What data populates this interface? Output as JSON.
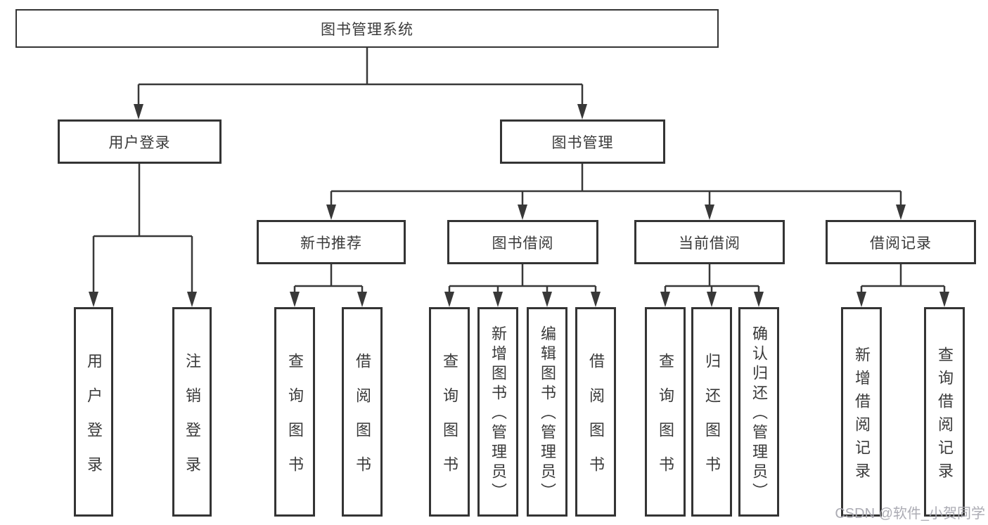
{
  "diagram": {
    "watermark": "CSDN @软件_小贺同学",
    "colors": {
      "line": "#383838",
      "box_border": "#343434",
      "text": "#3a3a3a",
      "watermark": "#a8a8b0",
      "background": "#ffffff"
    },
    "nodes": {
      "root": {
        "label": "图书管理系统"
      },
      "level2": [
        {
          "label": "用户登录"
        },
        {
          "label": "图书管理"
        }
      ],
      "level3": [
        {
          "label": "新书推荐"
        },
        {
          "label": "图书借阅"
        },
        {
          "label": "当前借阅"
        },
        {
          "label": "借阅记录"
        }
      ],
      "leaves": [
        {
          "label": "用户登录"
        },
        {
          "label": "注销登录"
        },
        {
          "label": "查询图书"
        },
        {
          "label": "借阅图书"
        },
        {
          "label": "查询图书"
        },
        {
          "label": "新增图书（管理员）"
        },
        {
          "label": "编辑图书（管理员）"
        },
        {
          "label": "借阅图书"
        },
        {
          "label": "查询图书"
        },
        {
          "label": "归还图书"
        },
        {
          "label": "确认归还（管理员）"
        },
        {
          "label": "新增借阅记录"
        },
        {
          "label": "查询借阅记录"
        }
      ]
    }
  }
}
